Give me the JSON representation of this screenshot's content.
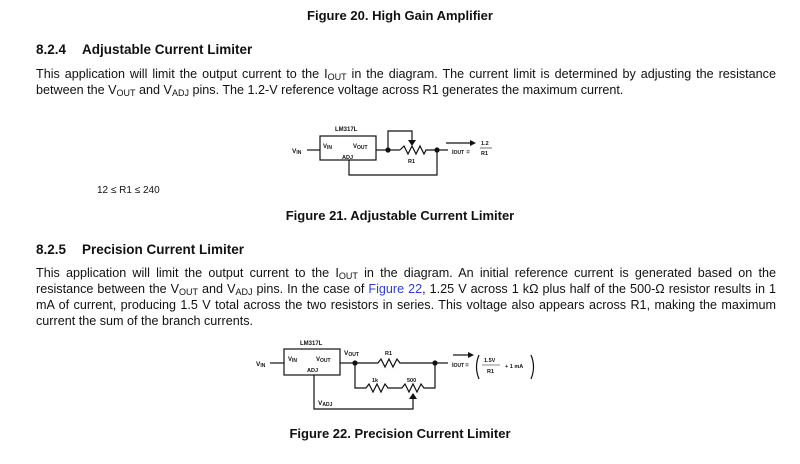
{
  "fig20": {
    "caption": "Figure 20.  High Gain Amplifier"
  },
  "sec824": {
    "number": "8.2.4",
    "title": "Adjustable Current Limiter",
    "p": {
      "a": "This application will limit the output current to the I",
      "a_sub": "OUT",
      "b": " in the diagram. The current limit is determined by adjusting the resistance between the V",
      "b_sub": "OUT",
      "c": " and V",
      "c_sub": "ADJ",
      "d": " pins. The 1.2-V reference voltage across R1 generates the maximum current."
    }
  },
  "fig21": {
    "ic": "LM317L",
    "vin": "V",
    "vin_sub": "IN",
    "pin_vin": "V",
    "pin_vin_sub": "IN",
    "pin_vout": "V",
    "pin_vout_sub": "OUT",
    "pin_adj": "ADJ",
    "r1": "R1",
    "iout": "I",
    "iout_sub": "OUT",
    "eq": "=",
    "num": "1.2",
    "den": "R1",
    "range": "12 ≤ R1 ≤ 240",
    "caption": "Figure 21.  Adjustable Current Limiter"
  },
  "sec825": {
    "number": "8.2.5",
    "title": "Precision Current Limiter",
    "p": {
      "a": "This application will limit the output current to the I",
      "a_sub": "OUT",
      "b": " in the diagram. An initial reference current is generated based on the resistance between the V",
      "b_sub": "OUT",
      "c": " and V",
      "c_sub": "ADJ",
      "d": " pins. In the case of ",
      "link": "Figure 22",
      "e": ", 1.25 V across 1 kΩ plus half of the 500-Ω resistor results in 1 mA of current, producing 1.5 V total across the two resistors in series. This voltage also appears across R1, making the maximum current the sum of the branch currents."
    }
  },
  "fig22": {
    "ic": "LM317L",
    "vin": "V",
    "vin_sub": "IN",
    "pin_vin": "V",
    "pin_vin_sub": "IN",
    "pin_vout": "V",
    "pin_vout_sub": "OUT",
    "pin_adj": "ADJ",
    "vout_label": "V",
    "vout_label_sub": "OUT",
    "r1": "R1",
    "r_1k": "1k",
    "r_500": "500",
    "vadj": "V",
    "vadj_sub": "ADJ",
    "iout": "I",
    "iout_sub": "OUT",
    "eq": "=",
    "num": "1.5V",
    "den": "R1",
    "plus": "+ 1 mA",
    "caption": "Figure 22.  Precision Current Limiter"
  }
}
